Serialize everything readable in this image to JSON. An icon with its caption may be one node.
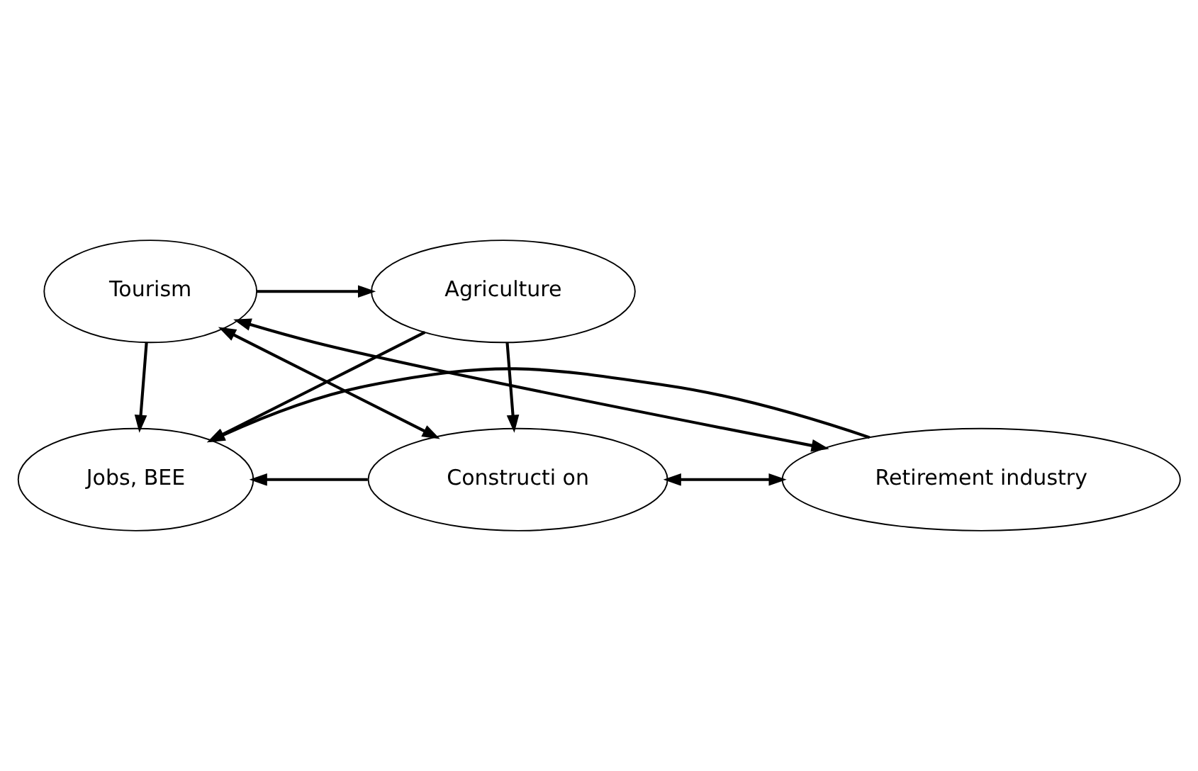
{
  "diagram": {
    "nodes": [
      {
        "text": [
          "Agriculture"
        ]
      },
      {
        "text": [
          "Tourism"
        ]
      },
      {
        "text": [
          "Jobs, BEE"
        ]
      },
      {
        "text": [
          "Constructi on"
        ]
      },
      {
        "text": [
          "Retirement industry"
        ]
      }
    ],
    "edges": [
      {
        "from": 1,
        "to": 0,
        "arrow": "to"
      },
      {
        "from": 0,
        "to": 2,
        "arrow": "to"
      },
      {
        "from": 3,
        "to": 1,
        "arrow": "both"
      },
      {
        "from": 1,
        "to": 2,
        "arrow": "to"
      },
      {
        "from": 0,
        "to": 3,
        "arrow": "to"
      },
      {
        "from": 1,
        "to": 4,
        "arrow": "both"
      },
      {
        "from": 3,
        "to": 2,
        "arrow": "to"
      },
      {
        "from": 4,
        "to": 2,
        "arrow": "to"
      },
      {
        "from": 3,
        "to": 4,
        "arrow": "both"
      }
    ]
  }
}
